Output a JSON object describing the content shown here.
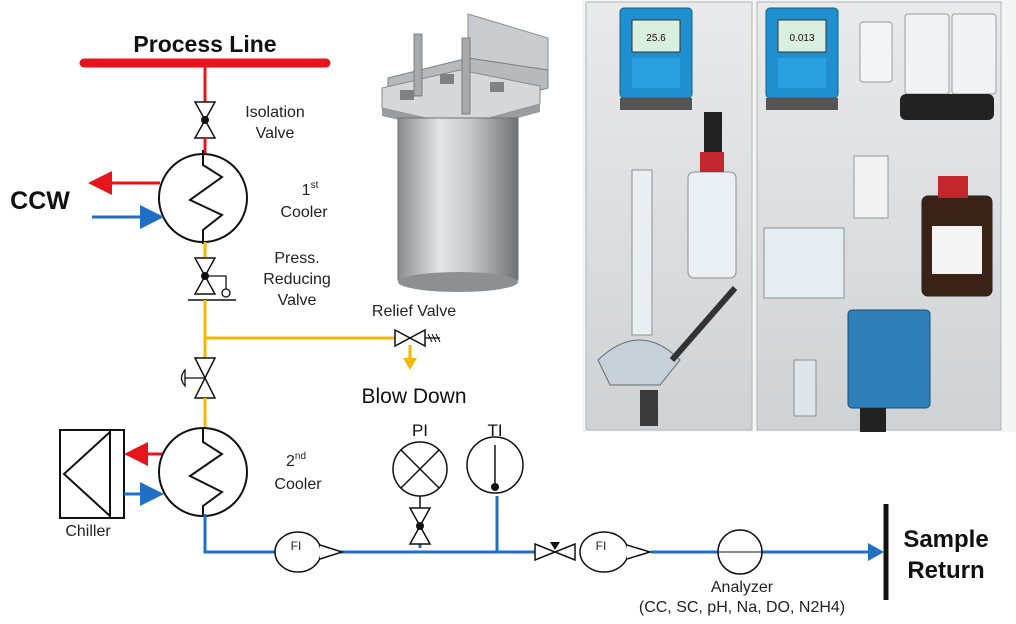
{
  "labels": {
    "process_line": "Process Line",
    "ccw": "CCW",
    "isolation_valve_l1": "Isolation",
    "isolation_valve_l2": "Valve",
    "cooler1_num": "1",
    "cooler1_sup": "st",
    "cooler1_word": "Cooler",
    "prv_l1": "Press.",
    "prv_l2": "Reducing",
    "prv_l3": "Valve",
    "relief_valve": "Relief Valve",
    "blow_down": "Blow Down",
    "chiller": "Chiller",
    "cooler2_num": "2",
    "cooler2_sup": "nd",
    "cooler2_word": "Cooler",
    "pi": "PI",
    "ti": "TI",
    "fi_1": "FI",
    "fi_2": "FI",
    "sample_return_l1": "Sample",
    "sample_return_l2": "Return",
    "analyzer": "Analyzer",
    "analyzer_params": "(CC, SC, pH, Na, DO, N2H4)"
  },
  "photo_labels": {
    "display_left": "25.6",
    "display_right": "0.013"
  },
  "colors": {
    "process_red": "#e8141c",
    "cold_blue": "#1f6fc4",
    "hot_yellow": "#f5b800",
    "symbol_black": "#111111",
    "panel_gray": "#d9dbdd",
    "analyzer_blue": "#1f8fd0"
  }
}
